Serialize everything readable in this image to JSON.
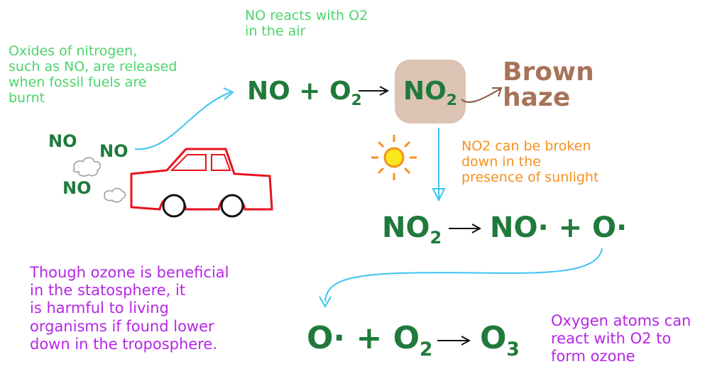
{
  "notes": {
    "oxides": "Oxides of nitrogen,\nsuch as NO, are released\nwhen fossil fuels are\nburnt",
    "reacts": "NO reacts with O2\nin the air",
    "broken": "NO2 can be broken\ndown in the\npresence of sunlight",
    "ozone_harm": "Though ozone is beneficial\nin the statosphere, it\nis harmful to living\norganisms if found lower\ndown in the troposphere.",
    "oxygen_atoms": "Oxygen atoms can\nreact with O2 to\nform ozone"
  },
  "labels": {
    "no1": "NO",
    "no2": "NO",
    "no3": "NO",
    "brown_haze": "Brown\nhaze"
  },
  "equations": {
    "eq1_left": "NO + O",
    "eq1_left_sub": "2",
    "eq1_right": "NO",
    "eq1_right_sub": "2",
    "eq2_left": "NO",
    "eq2_left_sub": "2",
    "eq2_right": "NO· + O·",
    "eq3_left": "O· + O",
    "eq3_left_sub": "2",
    "eq3_right": "O",
    "eq3_right_sub": "3"
  },
  "colors": {
    "light_green": "#4fd36c",
    "dark_green": "#1f7a3c",
    "orange": "#f5901e",
    "purple": "#b526e6",
    "brown": "#a8735a",
    "haze_box": "#dcc3b3",
    "arrow_blue": "#3cc3f0",
    "car_red": "#e8121c"
  }
}
